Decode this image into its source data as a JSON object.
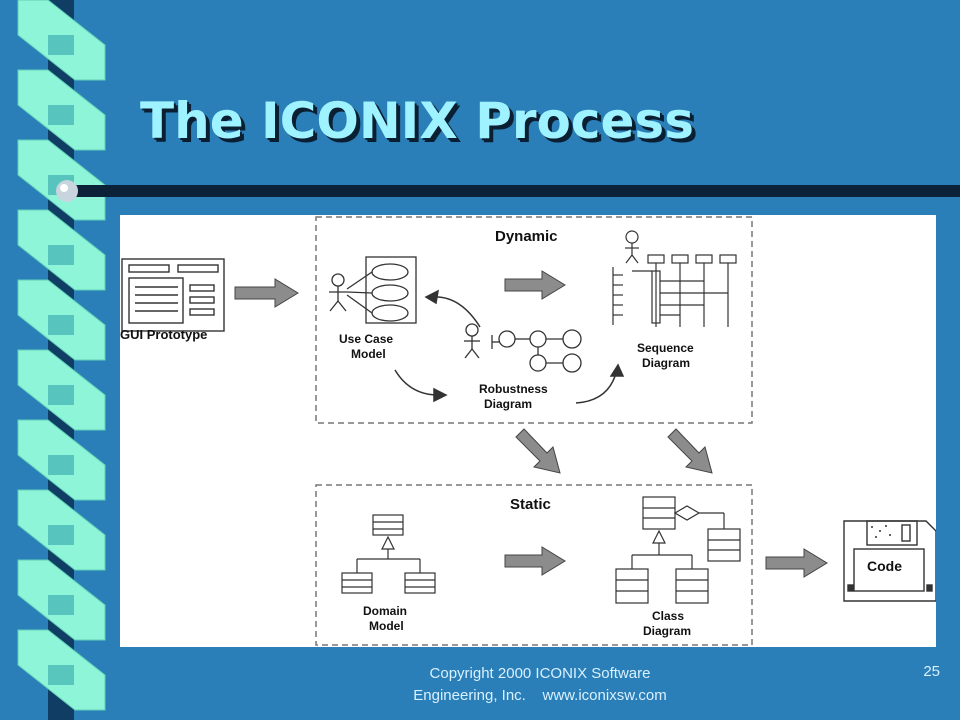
{
  "slide": {
    "title": "The ICONIX Process",
    "footer_line1": "Copyright 2000 ICONIX Software",
    "footer_line2": "Engineering, Inc.    www.iconixsw.com",
    "page_number": "25"
  },
  "diagram": {
    "gui_prototype_label": "GUI Prototype",
    "dynamic_label": "Dynamic",
    "static_label": "Static",
    "use_case_label_1": "Use Case",
    "use_case_label_2": "Model",
    "robustness_label_1": "Robustness",
    "robustness_label_2": "Diagram",
    "sequence_label_1": "Sequence",
    "sequence_label_2": "Diagram",
    "domain_label_1": "Domain",
    "domain_label_2": "Model",
    "class_label_1": "Class",
    "class_label_2": "Diagram",
    "code_label": "Code"
  },
  "colors": {
    "background": "#2a7fb8",
    "title_text": "#9ff2ff",
    "ribbon_light": "#8ff5d8",
    "ribbon_dark": "#0f3d63",
    "arrow_fill": "#8c8c8c"
  }
}
